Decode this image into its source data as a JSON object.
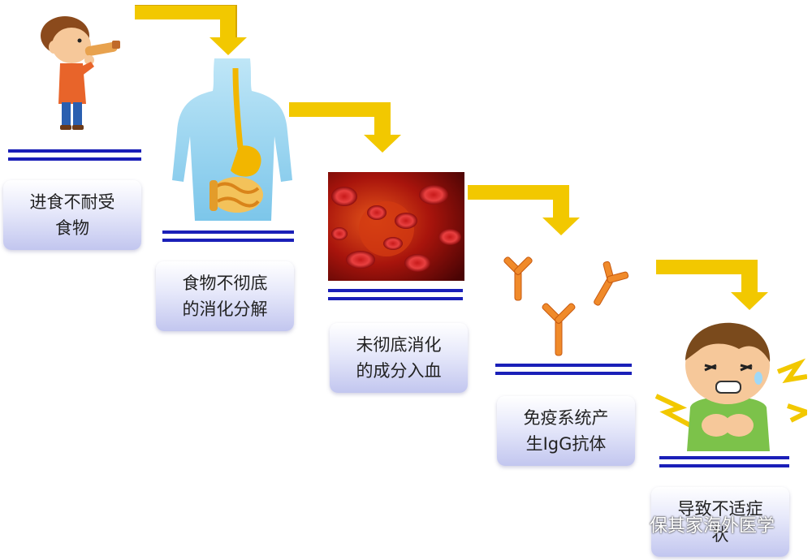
{
  "steps": [
    {
      "label": "进食不耐受\n食物",
      "icon": "boy-drinking-icon"
    },
    {
      "label": "食物不彻底\n的消化分解",
      "icon": "digestive-system-icon"
    },
    {
      "label": "未彻底消化\n的成分入血",
      "icon": "blood-cells-icon"
    },
    {
      "label": "免疫系统产\n生IgG抗体",
      "icon": "antibody-icon"
    },
    {
      "label": "导致不适症\n状",
      "icon": "sick-boy-icon"
    }
  ],
  "watermark": {
    "text": "保其家海外医学",
    "icon": "wechat-icon"
  },
  "colors": {
    "arrow": "#f2c800",
    "line": "#1a1fb8",
    "box_top": "#ffffff",
    "box_bottom": "#c2c6ef"
  }
}
